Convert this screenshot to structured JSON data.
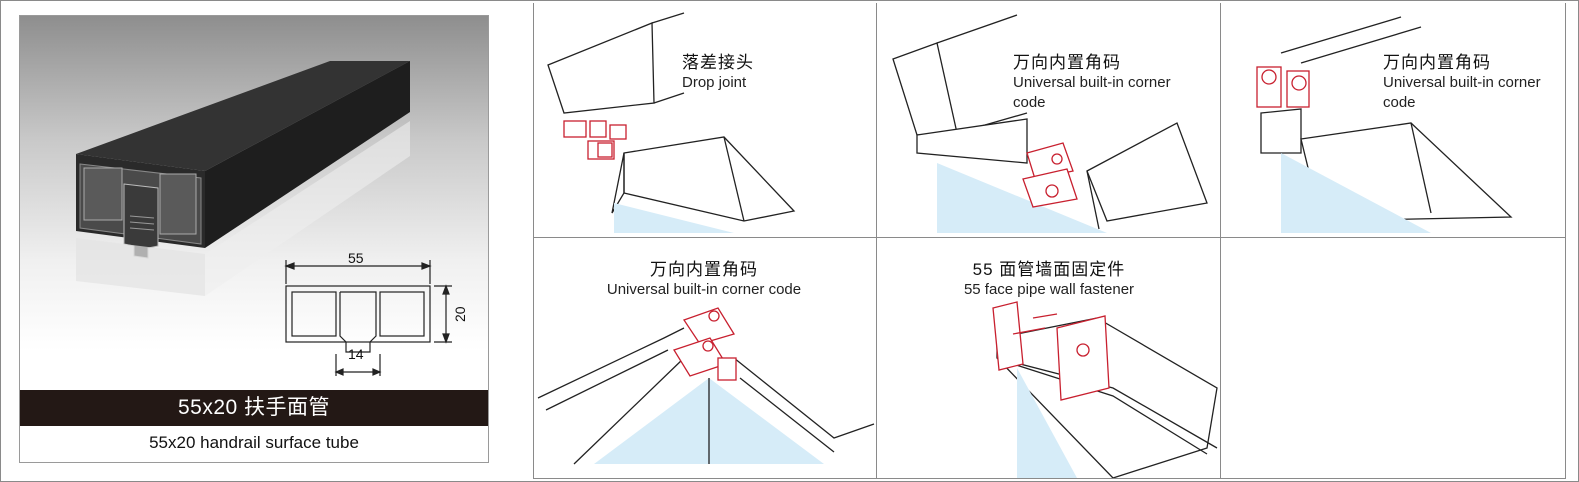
{
  "product": {
    "name_zh": "55x20 扶手面管",
    "name_en": "55x20 handrail surface tube",
    "dimensions": {
      "width": "55",
      "height": "20",
      "slot": "14"
    }
  },
  "accessories": [
    {
      "zh": "落差接头",
      "en": "Drop joint"
    },
    {
      "zh": "万向内置角码",
      "en": "Universal built-in corner code"
    },
    {
      "zh": "万向内置角码",
      "en": "Universal built-in corner code"
    },
    {
      "zh": "万向内置角码",
      "en": "Universal built-in corner code"
    },
    {
      "zh": "55 面管墙面固定件",
      "en": "55 face pipe wall fastener"
    }
  ],
  "colors": {
    "accent": "#c8202f",
    "title_bar": "#231815",
    "line": "#222222"
  }
}
